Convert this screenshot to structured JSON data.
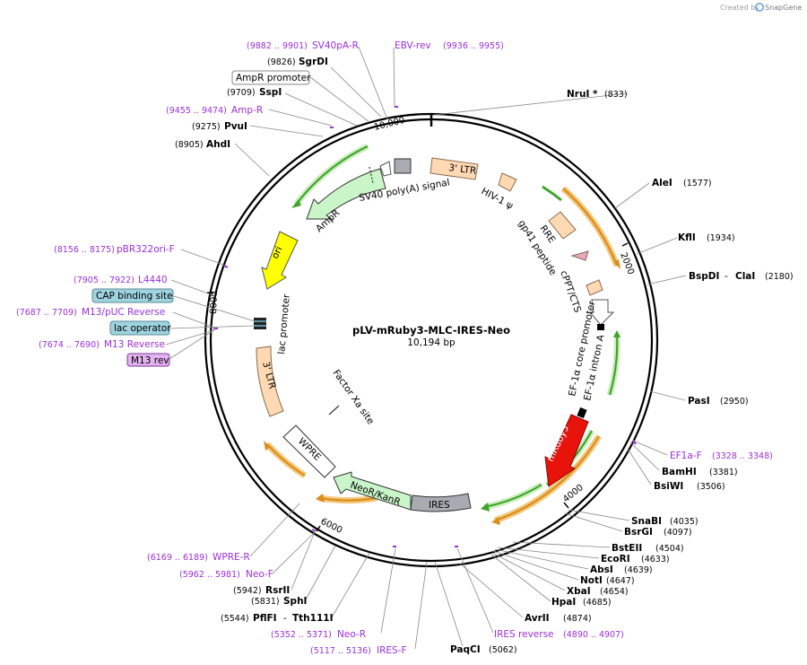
{
  "credit": {
    "created_by": "Created by",
    "app": "SnapGene"
  },
  "plasmid": {
    "name": "pLV-mRuby3-MLC-IRES-Neo",
    "size_label": "10,194 bp"
  },
  "ticks": [
    "10,000",
    "2000",
    "4000",
    "6000",
    "8000"
  ],
  "enzymes": [
    {
      "name": "SgrDI",
      "pos": "(9826)"
    },
    {
      "name": "SspI",
      "pos": "(9709)"
    },
    {
      "name": "PvuI",
      "pos": "(9275)"
    },
    {
      "name": "AhdI",
      "pos": "(8905)"
    },
    {
      "name": "NruI *",
      "pos": "(833)"
    },
    {
      "name": "AleI",
      "pos": "(1577)"
    },
    {
      "name": "KflI",
      "pos": "(1934)"
    },
    {
      "name": "BspDI",
      "pos": "(2180)"
    },
    {
      "name": "ClaI",
      "pos": ""
    },
    {
      "name": "PasI",
      "pos": "(2950)"
    },
    {
      "name": "BamHI",
      "pos": "(3381)"
    },
    {
      "name": "BsiWI",
      "pos": "(3506)"
    },
    {
      "name": "SnaBI",
      "pos": "(4035)"
    },
    {
      "name": "BsrGI",
      "pos": "(4097)"
    },
    {
      "name": "BstEII",
      "pos": "(4504)"
    },
    {
      "name": "EcoRI",
      "pos": "(4633)"
    },
    {
      "name": "AbsI",
      "pos": "(4639)"
    },
    {
      "name": "NotI",
      "pos": "(4647)"
    },
    {
      "name": "XbaI",
      "pos": "(4654)"
    },
    {
      "name": "HpaI",
      "pos": "(4685)"
    },
    {
      "name": "AvrII",
      "pos": "(4874)"
    },
    {
      "name": "PaqCI",
      "pos": "(5062)"
    },
    {
      "name": "RsrII",
      "pos": "(5942)"
    },
    {
      "name": "SphI",
      "pos": "(5831)"
    },
    {
      "name": "PflFI",
      "pos": "(5544)"
    },
    {
      "name": "Tth111I",
      "pos": ""
    }
  ],
  "primers": [
    {
      "name": "SV40pA-R",
      "pos": "(9882 .. 9901)"
    },
    {
      "name": "EBV-rev",
      "pos": "(9936 .. 9955)"
    },
    {
      "name": "Amp-R",
      "pos": "(9455 .. 9474)"
    },
    {
      "name": "pBR322ori-F",
      "pos": "(8156 .. 8175)"
    },
    {
      "name": "L4440",
      "pos": "(7905 .. 7922)"
    },
    {
      "name": "M13/pUC Reverse",
      "pos": "(7687 .. 7709)"
    },
    {
      "name": "M13 Reverse",
      "pos": "(7674 .. 7690)"
    },
    {
      "name": "EF1a-F",
      "pos": "(3328 .. 3348)"
    },
    {
      "name": "IRES reverse",
      "pos": "(4890 .. 4907)"
    },
    {
      "name": "WPRE-R",
      "pos": "(6169 .. 6189)"
    },
    {
      "name": "Neo-F",
      "pos": "(5962 .. 5981)"
    },
    {
      "name": "Neo-R",
      "pos": "(5352 .. 5371)"
    },
    {
      "name": "IRES-F",
      "pos": "(5117 .. 5136)"
    }
  ],
  "boxed_labels": {
    "ampr_promoter": "AmpR promoter",
    "cap": "CAP binding site",
    "lac_operator": "lac operator",
    "m13_rev": "M13 rev"
  },
  "features": {
    "ltr3_top": "3' LTR",
    "hiv_psi": "HIV-1 ψ",
    "rre": "RRE",
    "gp41": "gp41 peptide",
    "cppt": "cPPT/CTS",
    "ef1a_core": "EF-1α core promoter",
    "ef1a_intron": "EF-1α intron A",
    "mruby3": "mRuby3",
    "ires": "IRES",
    "neor": "NeoR/KanR",
    "wpre": "WPRE",
    "factor_xa": "Factor Xa site",
    "ltr3_left": "3' LTR",
    "lac_promoter": "lac promoter",
    "ori": "ori",
    "ampr": "AmpR",
    "sv40": "SV40 poly(A) signal"
  },
  "colors": {
    "primer": "#9b30d9",
    "mruby3": "#e8140c",
    "ori": "#ffff00",
    "ampr": "#c9f5c9",
    "ltr": "#ffd9b3",
    "ires": "#a8acb2",
    "orf_orange": "#d98e1f",
    "orf_green": "#3fa52a"
  }
}
